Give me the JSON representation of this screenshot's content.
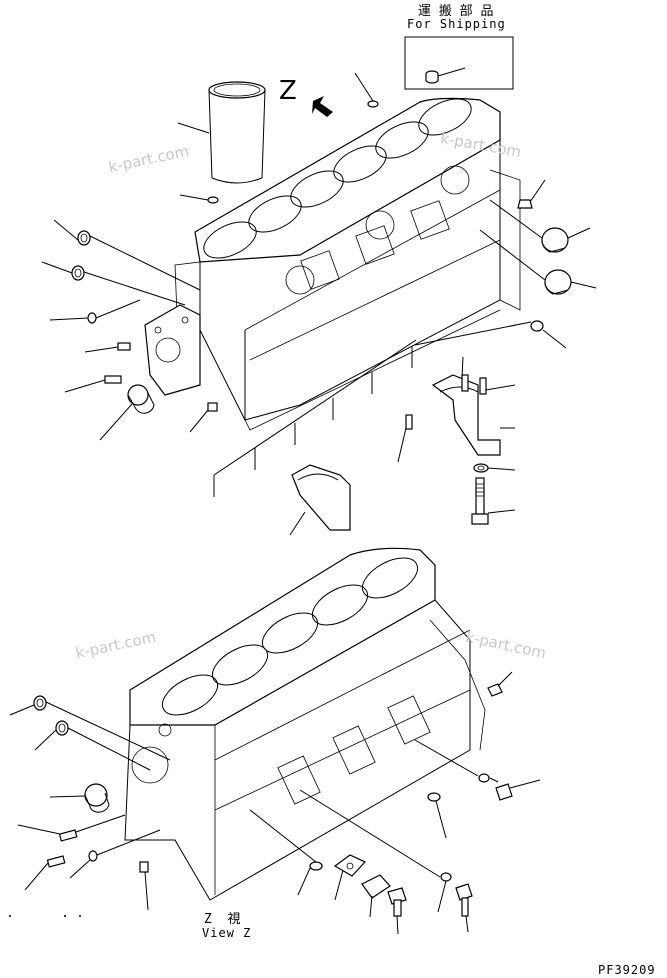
{
  "shipping": {
    "title_jp": "運 搬 部 品",
    "title_en": "For Shipping"
  },
  "view_marker": "Z",
  "view_caption": {
    "jp": "Z  視",
    "en": "View Z"
  },
  "watermarks": [
    "k-part.com",
    "k-part.com",
    "k-part.com",
    "k-part.com"
  ],
  "drawing_number": "PF39209",
  "colors": {
    "line": "#000000",
    "background": "#ffffff",
    "watermark": "#c8c8c8"
  }
}
